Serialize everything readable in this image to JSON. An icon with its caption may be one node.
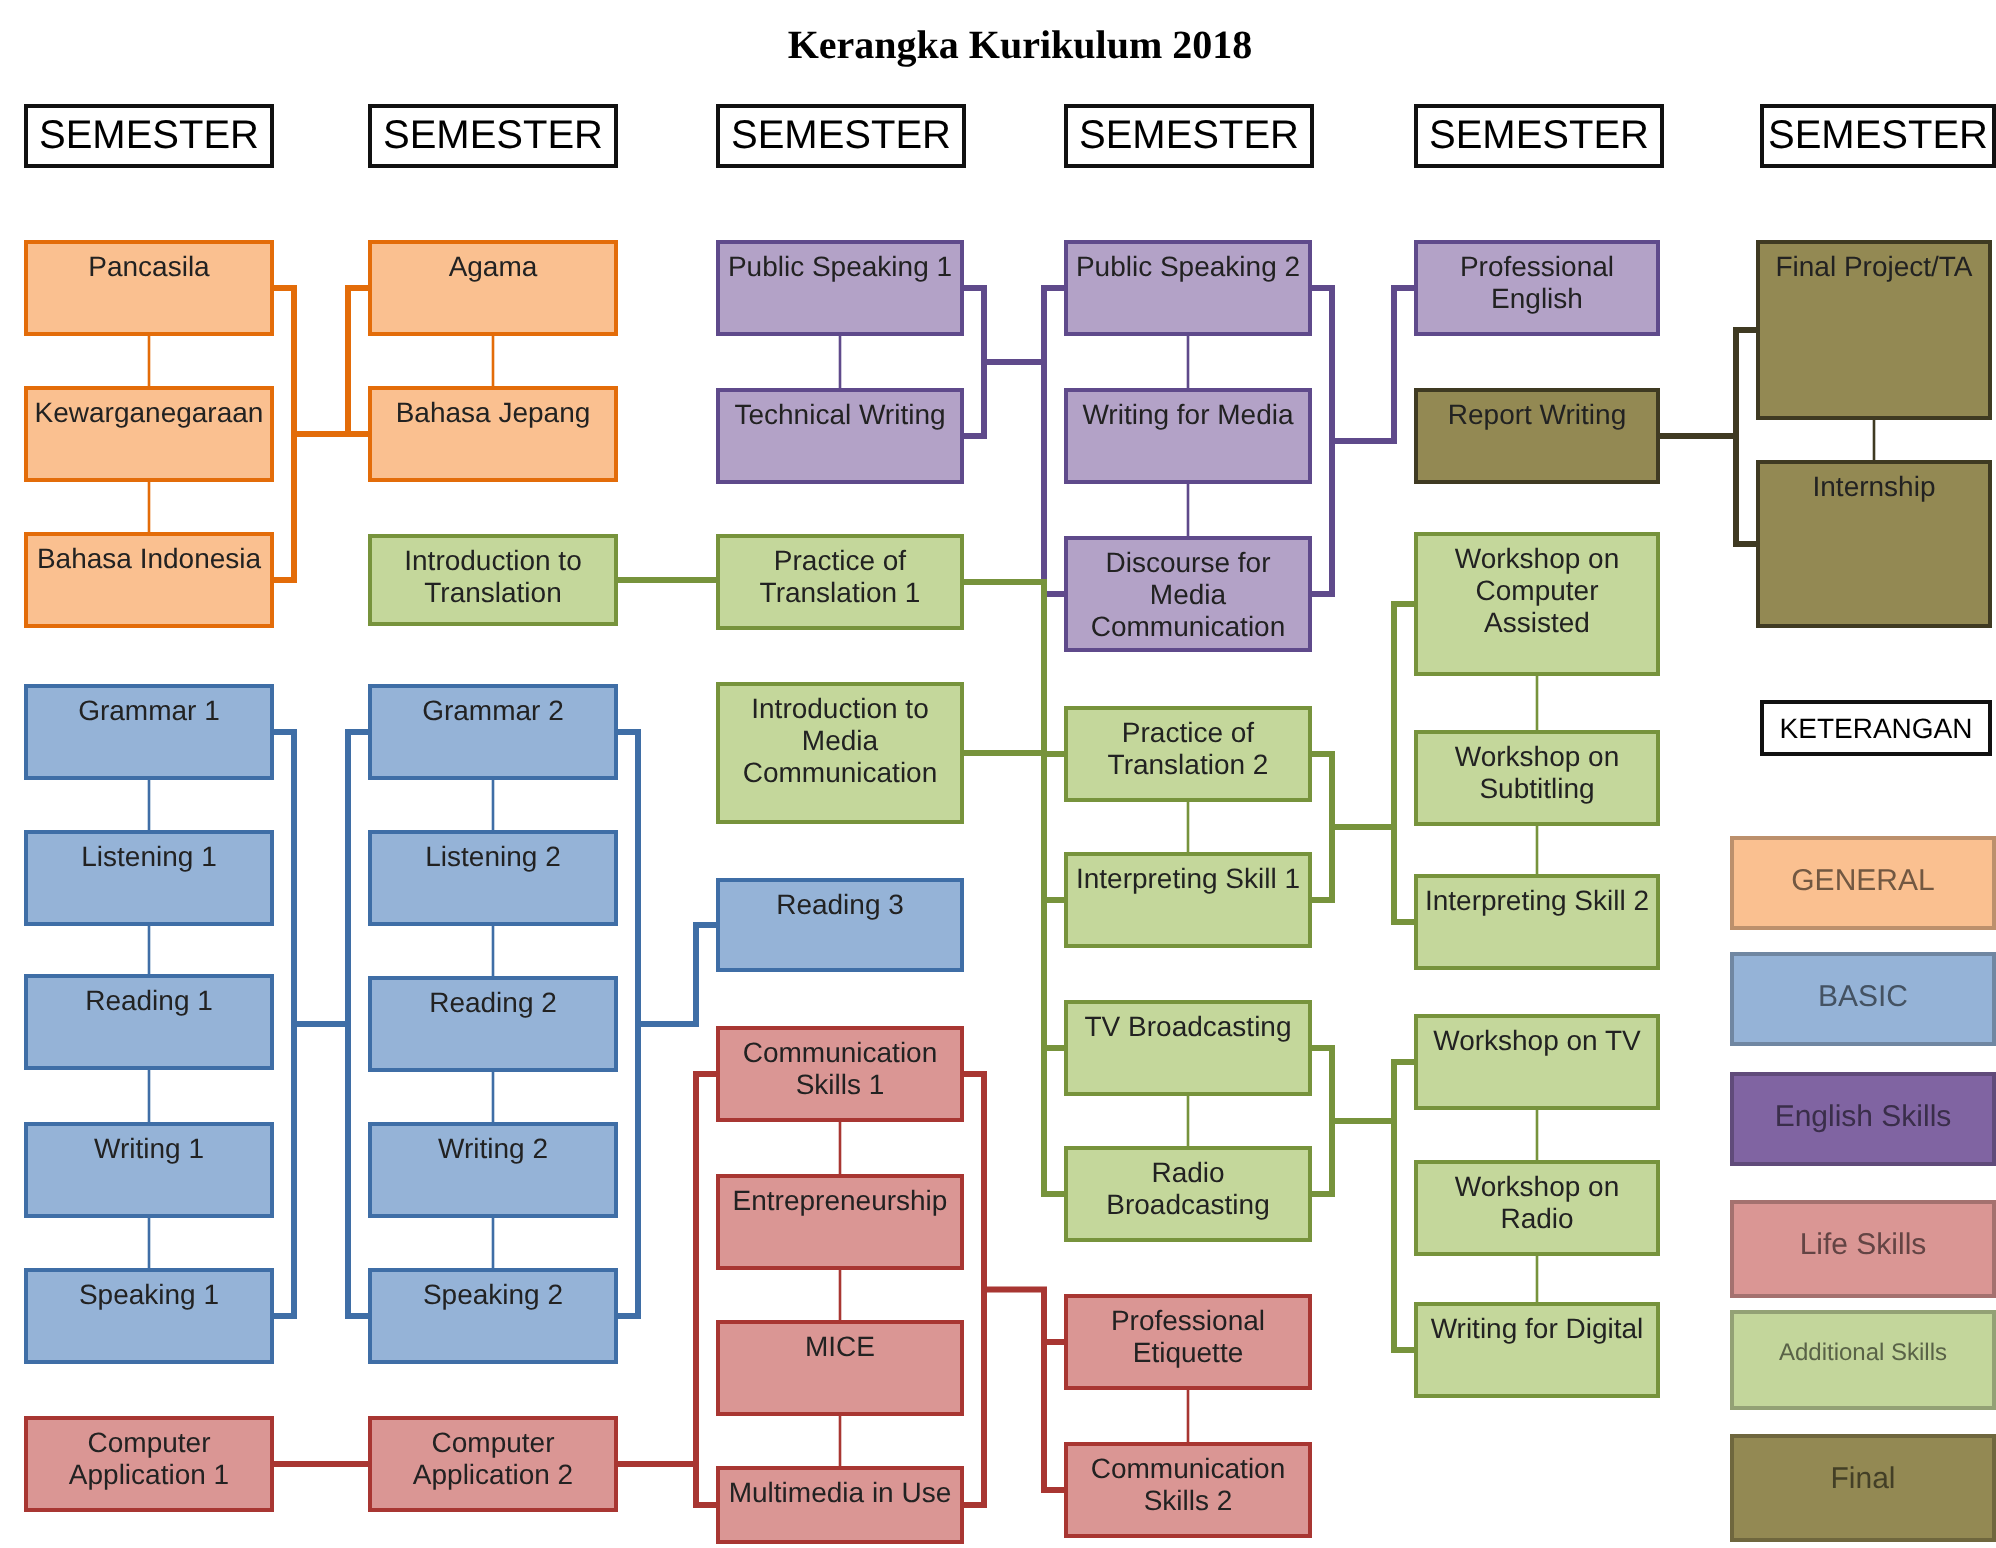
{
  "diagram": {
    "title": "Kerangka Kurikulum 2018",
    "nodes": [
      {
        "text": [
          "SEMESTER"
        ]
      },
      {
        "text": [
          "SEMESTER"
        ]
      },
      {
        "text": [
          "SEMESTER"
        ]
      },
      {
        "text": [
          "SEMESTER"
        ]
      },
      {
        "text": [
          "SEMESTER"
        ]
      },
      {
        "text": [
          "SEMESTER"
        ]
      },
      {
        "text": [
          "Pancasila"
        ]
      },
      {
        "text": [
          "Kewarganegaraan"
        ]
      },
      {
        "text": [
          "Bahasa Indonesia"
        ]
      },
      {
        "text": [
          "Grammar 1"
        ]
      },
      {
        "text": [
          "Listening 1"
        ]
      },
      {
        "text": [
          "Reading 1"
        ]
      },
      {
        "text": [
          "Writing 1"
        ]
      },
      {
        "text": [
          "Speaking 1"
        ]
      },
      {
        "text": [
          "Computer Application 1"
        ]
      },
      {
        "text": [
          "Agama"
        ]
      },
      {
        "text": [
          "Bahasa Jepang"
        ]
      },
      {
        "text": [
          "Introduction to Translation"
        ]
      },
      {
        "text": [
          "Grammar 2"
        ]
      },
      {
        "text": [
          "Listening 2"
        ]
      },
      {
        "text": [
          "Reading 2"
        ]
      },
      {
        "text": [
          "Writing 2"
        ]
      },
      {
        "text": [
          "Speaking 2"
        ]
      },
      {
        "text": [
          "Computer Application 2"
        ]
      },
      {
        "text": [
          "Public Speaking 1"
        ]
      },
      {
        "text": [
          "Technical Writing"
        ]
      },
      {
        "text": [
          "Practice of Translation 1"
        ]
      },
      {
        "text": [
          "Introduction to Media Communication"
        ]
      },
      {
        "text": [
          "Reading 3"
        ]
      },
      {
        "text": [
          "Communication Skills 1"
        ]
      },
      {
        "text": [
          "Entrepreneurship"
        ]
      },
      {
        "text": [
          "MICE"
        ]
      },
      {
        "text": [
          "Multimedia in Use"
        ]
      },
      {
        "text": [
          "Public Speaking 2"
        ]
      },
      {
        "text": [
          "Writing for Media"
        ]
      },
      {
        "text": [
          "Discourse for Media Communication"
        ]
      },
      {
        "text": [
          "Practice of Translation 2"
        ]
      },
      {
        "text": [
          "Interpreting Skill 1"
        ]
      },
      {
        "text": [
          "TV Broadcasting"
        ]
      },
      {
        "text": [
          "Radio Broadcasting"
        ]
      },
      {
        "text": [
          "Professional Etiquette"
        ]
      },
      {
        "text": [
          "Communication Skills 2"
        ]
      },
      {
        "text": [
          "Professional English"
        ]
      },
      {
        "text": [
          "Report Writing"
        ]
      },
      {
        "text": [
          "Workshop on Computer Assisted"
        ]
      },
      {
        "text": [
          "Workshop on Subtitling"
        ]
      },
      {
        "text": [
          "Interpreting Skill 2"
        ]
      },
      {
        "text": [
          "Workshop on TV"
        ]
      },
      {
        "text": [
          "Workshop on Radio"
        ]
      },
      {
        "text": [
          "Writing for Digital"
        ]
      },
      {
        "text": [
          "Final Project/TA"
        ]
      },
      {
        "text": [
          "Internship"
        ]
      },
      {
        "text": [
          "KETERANGAN"
        ]
      }
    ],
    "edges": [
      {
        "from": 6,
        "to": 7,
        "arrow": "none",
        "color": "#e36c09"
      },
      {
        "from": 7,
        "to": 8,
        "arrow": "none",
        "color": "#e36c09"
      },
      {
        "from": 9,
        "to": 10,
        "arrow": "none",
        "color": "#3f6ea6"
      },
      {
        "from": 10,
        "to": 11,
        "arrow": "none",
        "color": "#3f6ea6"
      },
      {
        "from": 11,
        "to": 12,
        "arrow": "none",
        "color": "#3f6ea6"
      },
      {
        "from": 12,
        "to": 13,
        "arrow": "none",
        "color": "#3f6ea6"
      },
      {
        "from": 15,
        "to": 16,
        "arrow": "none",
        "color": "#e36c09"
      },
      {
        "from": 18,
        "to": 19,
        "arrow": "none",
        "color": "#3f6ea6"
      },
      {
        "from": 19,
        "to": 20,
        "arrow": "none",
        "color": "#3f6ea6"
      },
      {
        "from": 20,
        "to": 21,
        "arrow": "none",
        "color": "#3f6ea6"
      },
      {
        "from": 21,
        "to": 22,
        "arrow": "none",
        "color": "#3f6ea6"
      },
      {
        "from": 24,
        "to": 25,
        "arrow": "none",
        "color": "#5f4a8b"
      },
      {
        "from": 29,
        "to": 30,
        "arrow": "none",
        "color": "#a83632"
      },
      {
        "from": 30,
        "to": 31,
        "arrow": "none",
        "color": "#a83632"
      },
      {
        "from": 31,
        "to": 32,
        "arrow": "none",
        "color": "#a83632"
      },
      {
        "from": 33,
        "to": 34,
        "arrow": "none",
        "color": "#5f4a8b"
      },
      {
        "from": 34,
        "to": 35,
        "arrow": "none",
        "color": "#5f4a8b"
      },
      {
        "from": 36,
        "to": 37,
        "arrow": "none",
        "color": "#77933c"
      },
      {
        "from": 38,
        "to": 39,
        "arrow": "none",
        "color": "#77933c"
      },
      {
        "from": 40,
        "to": 41,
        "arrow": "none",
        "color": "#a83632"
      },
      {
        "from": 44,
        "to": 45,
        "arrow": "none",
        "color": "#77933c"
      },
      {
        "from": 45,
        "to": 46,
        "arrow": "none",
        "color": "#77933c"
      },
      {
        "from": 47,
        "to": 48,
        "arrow": "none",
        "color": "#77933c"
      },
      {
        "from": 48,
        "to": 49,
        "arrow": "none",
        "color": "#77933c"
      },
      {
        "from": 50,
        "to": 51,
        "arrow": "none",
        "color": "#3f3a22"
      },
      {
        "from": 6,
        "to": 15,
        "arrow": "none",
        "color": "#e36c09"
      },
      {
        "from": 6,
        "to": 16,
        "arrow": "none",
        "color": "#e36c09"
      },
      {
        "from": 8,
        "to": 15,
        "arrow": "none",
        "color": "#e36c09"
      },
      {
        "from": 8,
        "to": 16,
        "arrow": "none",
        "color": "#e36c09"
      },
      {
        "from": 9,
        "to": 18,
        "arrow": "none",
        "color": "#3f6ea6"
      },
      {
        "from": 9,
        "to": 22,
        "arrow": "none",
        "color": "#3f6ea6"
      },
      {
        "from": 13,
        "to": 18,
        "arrow": "none",
        "color": "#3f6ea6"
      },
      {
        "from": 13,
        "to": 22,
        "arrow": "none",
        "color": "#3f6ea6"
      },
      {
        "from": 14,
        "to": 23,
        "arrow": "none",
        "color": "#a83632"
      },
      {
        "from": 17,
        "to": 26,
        "arrow": "none",
        "color": "#77933c"
      },
      {
        "from": 18,
        "to": 28,
        "arrow": "none",
        "color": "#3f6ea6"
      },
      {
        "from": 22,
        "to": 28,
        "arrow": "none",
        "color": "#3f6ea6"
      },
      {
        "from": 23,
        "to": 29,
        "arrow": "none",
        "color": "#a83632"
      },
      {
        "from": 23,
        "to": 32,
        "arrow": "none",
        "color": "#a83632"
      },
      {
        "from": 24,
        "to": 33,
        "arrow": "none",
        "color": "#5f4a8b"
      },
      {
        "from": 24,
        "to": 35,
        "arrow": "none",
        "color": "#5f4a8b"
      },
      {
        "from": 25,
        "to": 33,
        "arrow": "none",
        "color": "#5f4a8b"
      },
      {
        "from": 25,
        "to": 35,
        "arrow": "none",
        "color": "#5f4a8b"
      },
      {
        "from": 26,
        "to": 36,
        "arrow": "none",
        "color": "#77933c"
      },
      {
        "from": 26,
        "to": 37,
        "arrow": "none",
        "color": "#77933c"
      },
      {
        "from": 27,
        "to": 38,
        "arrow": "none",
        "color": "#77933c"
      },
      {
        "from": 27,
        "to": 39,
        "arrow": "none",
        "color": "#77933c"
      },
      {
        "from": 29,
        "to": 40,
        "arrow": "none",
        "color": "#a83632"
      },
      {
        "from": 29,
        "to": 41,
        "arrow": "none",
        "color": "#a83632"
      },
      {
        "from": 32,
        "to": 40,
        "arrow": "none",
        "color": "#a83632"
      },
      {
        "from": 32,
        "to": 41,
        "arrow": "none",
        "color": "#a83632"
      },
      {
        "from": 33,
        "to": 42,
        "arrow": "none",
        "color": "#5f4a8b"
      },
      {
        "from": 35,
        "to": 42,
        "arrow": "none",
        "color": "#5f4a8b"
      },
      {
        "from": 36,
        "to": 44,
        "arrow": "none",
        "color": "#77933c"
      },
      {
        "from": 36,
        "to": 46,
        "arrow": "none",
        "color": "#77933c"
      },
      {
        "from": 37,
        "to": 44,
        "arrow": "none",
        "color": "#77933c"
      },
      {
        "from": 37,
        "to": 46,
        "arrow": "none",
        "color": "#77933c"
      },
      {
        "from": 38,
        "to": 47,
        "arrow": "none",
        "color": "#77933c"
      },
      {
        "from": 38,
        "to": 49,
        "arrow": "none",
        "color": "#77933c"
      },
      {
        "from": 39,
        "to": 47,
        "arrow": "none",
        "color": "#77933c"
      },
      {
        "from": 39,
        "to": 49,
        "arrow": "none",
        "color": "#77933c"
      },
      {
        "from": 43,
        "to": 50,
        "arrow": "none",
        "color": "#3f3a22"
      },
      {
        "from": 43,
        "to": 51,
        "arrow": "none",
        "color": "#3f3a22"
      }
    ],
    "legend": [
      {
        "text": "GENERAL",
        "color": "#fac090"
      },
      {
        "text": "BASIC",
        "color": "#95b3d7"
      },
      {
        "text": "English Skills",
        "color": "#8064a2"
      },
      {
        "text": "Life Skills",
        "color": "#da9694"
      },
      {
        "text": "Additional Skills",
        "color": "#c3d69b"
      },
      {
        "text": "Final",
        "color": "#938953"
      }
    ]
  }
}
